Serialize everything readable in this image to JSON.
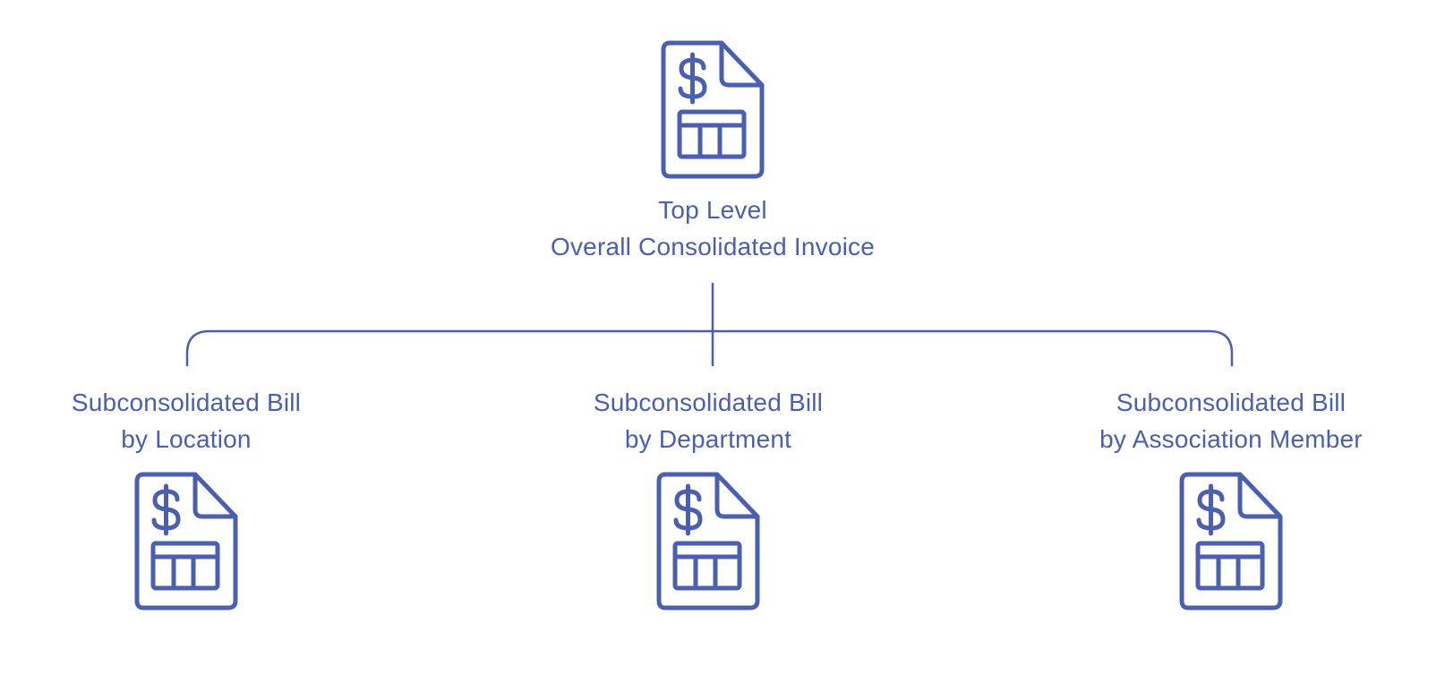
{
  "colors": {
    "accent": "#4a5fb0",
    "background": "#ffffff"
  },
  "root": {
    "icon": "invoice-dollar-table-icon",
    "line1": "Top Level",
    "line2": "Overall Consolidated Invoice"
  },
  "children": [
    {
      "icon": "invoice-dollar-table-icon",
      "line1": "Subconsolidated Bill",
      "line2": "by Location"
    },
    {
      "icon": "invoice-dollar-table-icon",
      "line1": "Subconsolidated Bill",
      "line2": "by Department"
    },
    {
      "icon": "invoice-dollar-table-icon",
      "line1": "Subconsolidated Bill",
      "line2": "by Association Member"
    }
  ]
}
